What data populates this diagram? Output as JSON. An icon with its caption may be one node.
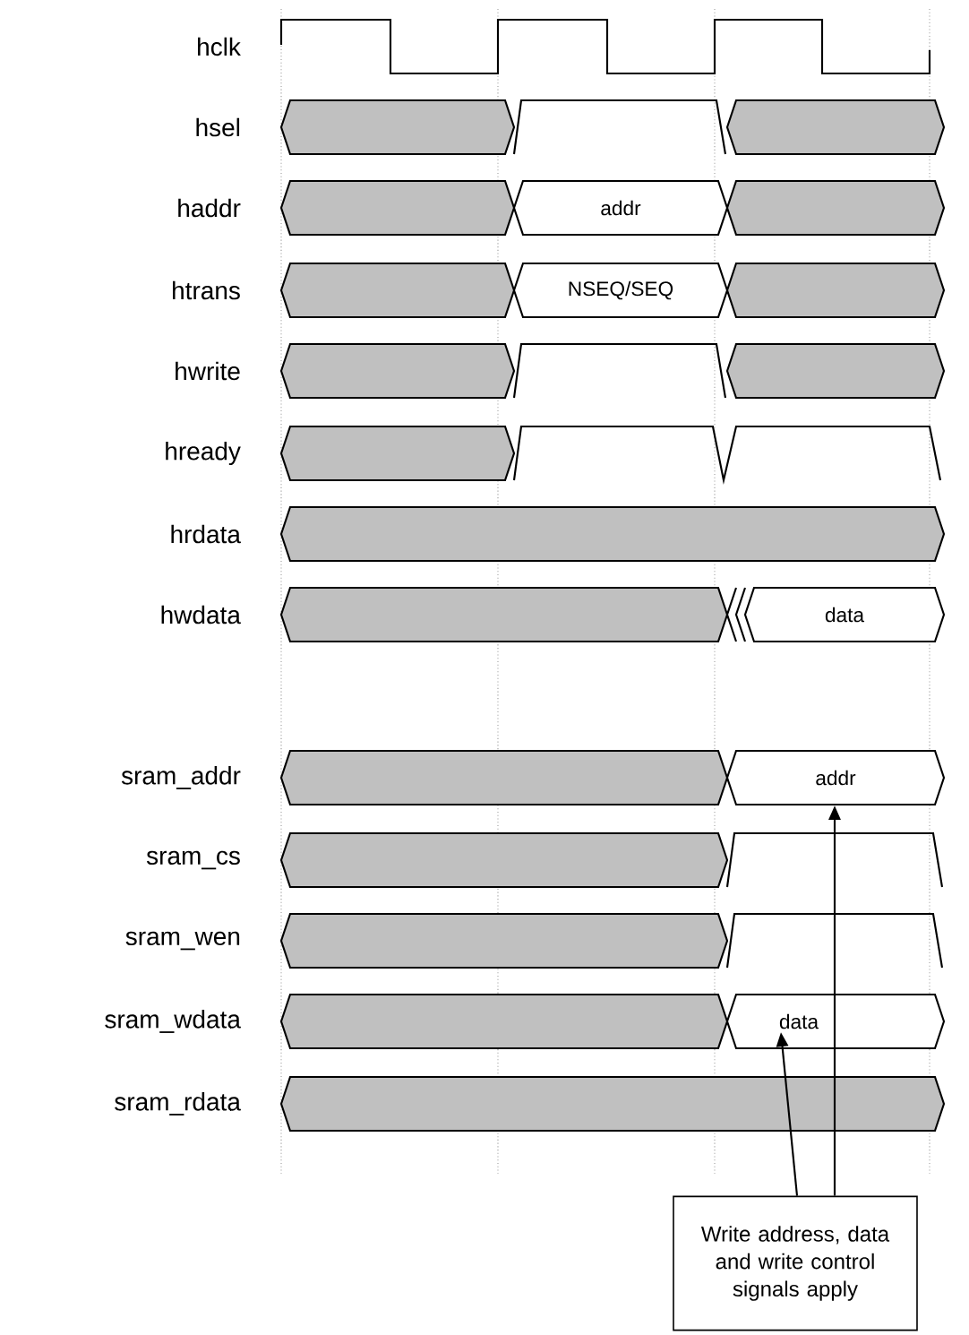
{
  "diagram": {
    "nodes": [
      {
        "text": [
          "addr"
        ]
      },
      {
        "text": [
          "NSEQ/SEQ"
        ]
      },
      {
        "text": [
          "data"
        ]
      },
      {
        "text": [
          "addr"
        ]
      },
      {
        "text": [
          "data"
        ]
      },
      {
        "text": [
          "Write address, data and write control signals apply"
        ]
      }
    ],
    "edges": [
      {
        "from": 5,
        "to": 3,
        "arrow": "to"
      },
      {
        "from": 5,
        "to": 4,
        "arrow": "to"
      }
    ],
    "labels": [
      "hclk",
      "hsel",
      "haddr",
      "htrans",
      "hwrite",
      "hready",
      "hrdata",
      "hwdata",
      "sram_addr",
      "sram_cs",
      "sram_wen",
      "sram_wdata",
      "sram_rdata"
    ]
  }
}
